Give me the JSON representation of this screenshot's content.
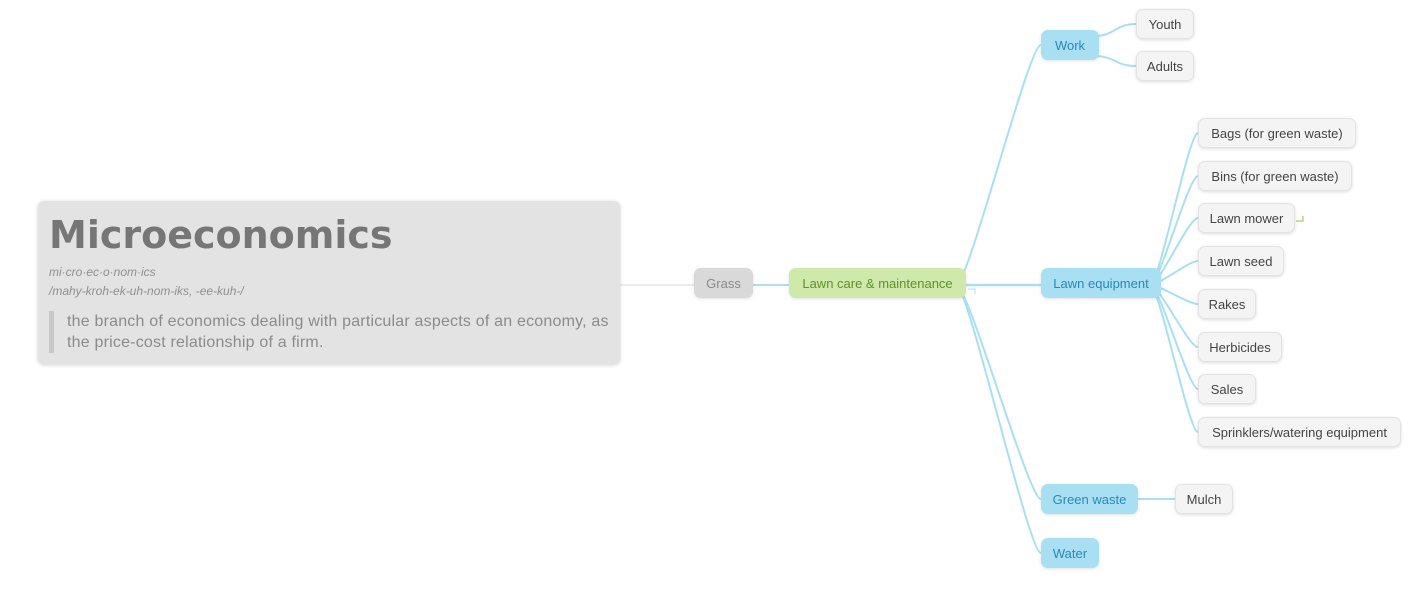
{
  "definition": {
    "word": "Microeconomics",
    "syllables": "mi·cro·ec·o·nom·ics",
    "pronunciation": "/mahy-kroh-ek-uh-nom-iks, -ee-kuh-/",
    "meaning": "the branch of economics dealing with particular aspects of an economy, as the price-cost relationship of a firm."
  },
  "mindmap": {
    "root": "Grass",
    "main": "Lawn care & maintenance",
    "topics": {
      "work": "Work",
      "equipment": "Lawn equipment",
      "green_waste": "Green waste",
      "water": "Water"
    },
    "work_children": [
      "Youth",
      "Adults"
    ],
    "equipment_children": [
      "Bags (for green waste)",
      "Bins (for green waste)",
      "Lawn mower",
      "Lawn seed",
      "Rakes",
      "Herbicides",
      "Sales",
      "Sprinklers/watering equipment"
    ],
    "green_waste_children": [
      "Mulch"
    ]
  },
  "colors": {
    "link": "#a9dff2",
    "root_link": "#ececec",
    "main_node": "#cfe9aa",
    "topic_node": "#a9dff2",
    "leaf_node": "#f4f4f4",
    "marker": "#8bc34a"
  }
}
